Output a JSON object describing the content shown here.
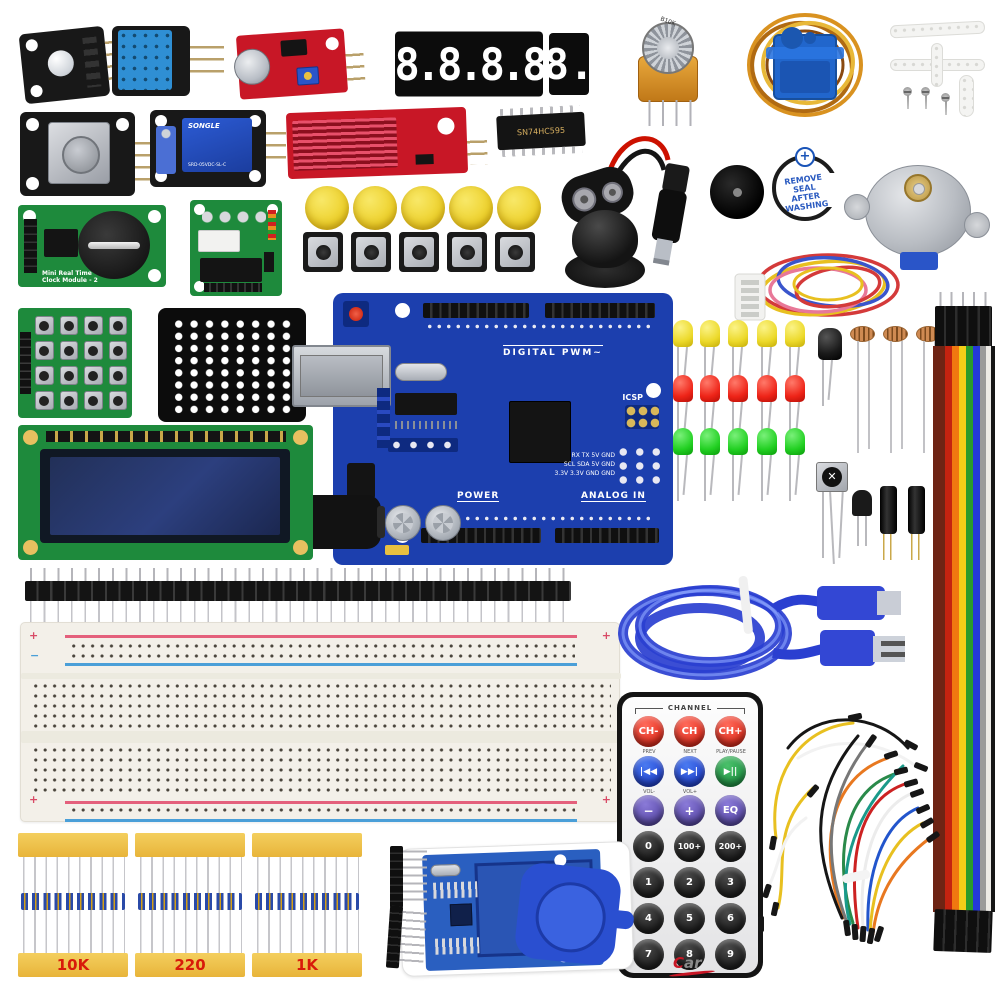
{
  "labels": {
    "pot": "B10K",
    "ic": "SN74HC595",
    "relay_brand": "SONGLE",
    "relay_model": "SRD-05VDC-SL-C",
    "rtc_line1": "Mini Real Time",
    "rtc_line2": "Clock Module - 2",
    "sticker": [
      "REMOVE",
      "SEAL",
      "AFTER",
      "WASHING"
    ],
    "seg4": "8.8.8.8",
    "seg1": "8.",
    "arduino": {
      "digital": "DIGITAL PWM~",
      "icsp": "ICSP",
      "power": "POWER",
      "analog": "ANALOG IN",
      "pins1": "RX TX 5V GND",
      "pins2": "SCL SDA 5V GND",
      "pins3": "3.3V 3.3V GND GND"
    },
    "resistors": [
      "10K",
      "220",
      "1K"
    ]
  },
  "remote": {
    "channel": "CHANNEL",
    "logo": "Car",
    "rows": [
      {
        "b": [
          "CH-",
          "CH",
          "CH+"
        ],
        "subs": [
          "PREV",
          "NEXT",
          "PLAY/PAUSE"
        ]
      },
      {
        "b": [
          "|◀◀",
          "▶▶|",
          "▶||"
        ],
        "subs": [
          "VOL-",
          "VOL+",
          ""
        ]
      },
      {
        "b": [
          "−",
          "+",
          "EQ"
        ]
      },
      {
        "b": [
          "0",
          "100+",
          "200+"
        ]
      },
      {
        "b": [
          "1",
          "2",
          "3"
        ]
      },
      {
        "b": [
          "4",
          "5",
          "6"
        ]
      },
      {
        "b": [
          "7",
          "8",
          "9"
        ]
      }
    ]
  },
  "colors": {
    "arduino_blue": "#1c3fae",
    "pcb_green": "#1e8a3c",
    "sensor_red": "#c81726",
    "tape_yellow": "#f0c24a",
    "servo_blue": "#2166cc"
  }
}
